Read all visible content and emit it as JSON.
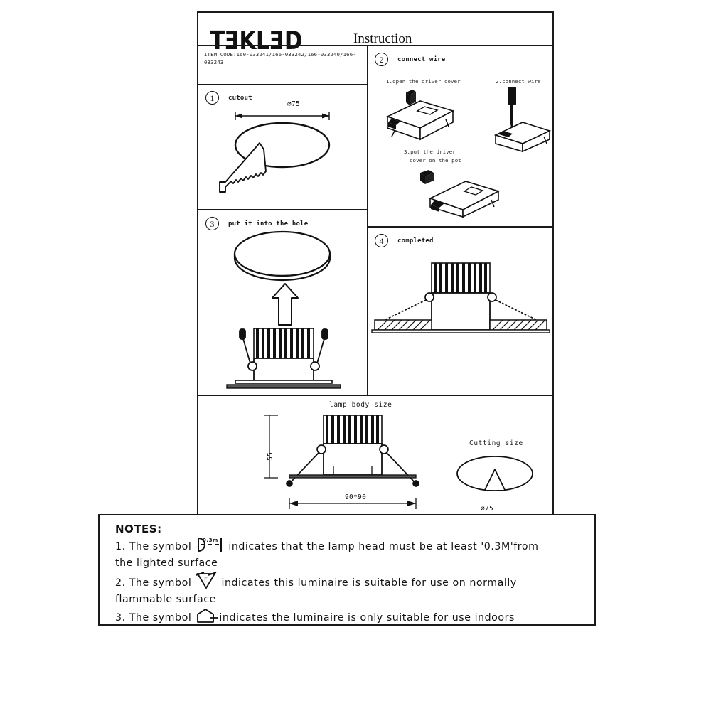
{
  "header": {
    "brand": "TEKLED",
    "brand_part1": "T",
    "brand_part2": "KL",
    "brand_part3": "D",
    "title": "Instruction"
  },
  "item_code": "ITEM CODE:160-033241/166-033242/166-033240/166-033243",
  "steps": [
    {
      "number": "1",
      "label": "cutout",
      "dimension": "⌀75"
    },
    {
      "number": "2",
      "label": "connect wire",
      "sub_steps": [
        "1.open the driver cover",
        "2.connect wire",
        "3.put the driver\n  cover on the pot"
      ],
      "sub_step_1": "1.open the driver cover",
      "sub_step_2": "2.connect wire",
      "sub_step_3_line1": "3.put the driver",
      "sub_step_3_line2": "cover on the pot"
    },
    {
      "number": "3",
      "label": "put it into the hole"
    },
    {
      "number": "4",
      "label": "completed"
    }
  ],
  "lamp_body": {
    "title": "lamp body size",
    "height_dim": "55",
    "width_dim": "90*90"
  },
  "cutting": {
    "title": "Cutting size",
    "dimension": "⌀75"
  },
  "notes": {
    "title": "NOTES:",
    "items": [
      {
        "prefix": "1. The symbol",
        "symbol": "distance-0.3m-symbol",
        "symbol_text": "0.3m",
        "suffix": "indicates that the lamp head must be at least '0.3M'from",
        "line2": "the lighted surface"
      },
      {
        "prefix": "2. The symbol",
        "symbol": "F-triangle-symbol",
        "symbol_text": "F",
        "suffix": "indicates this luminaire is suitable for use on normally",
        "line2": "flammable surface"
      },
      {
        "prefix": "3. The symbol",
        "symbol": "house-indoor-symbol",
        "symbol_text": "",
        "suffix": "indicates the luminaire is only suitable for use indoors",
        "line2": ""
      }
    ]
  },
  "colors": {
    "line": "#1a1a1a",
    "background": "#ffffff",
    "text": "#111111"
  }
}
